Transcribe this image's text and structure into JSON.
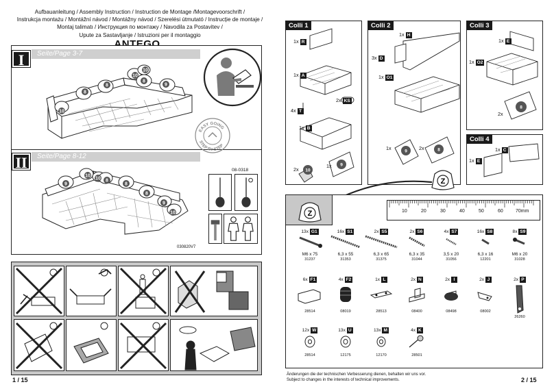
{
  "header": {
    "lines": [
      "Aufbauanleitung / Assembly Instruction / Instruction de Montage /Montagevoorschrift /",
      "Instrukcja montażu / Montážní návod / Montážny návod / Szerelési útmutató / Instrucție de montaje /",
      "Montaj talimatı / Инструкция по монтажу / Navodila za Postavitev /",
      "Upute za Sastavljanje / Istruzioni per il montaggio"
    ],
    "product": "ANTEGO"
  },
  "sections": [
    {
      "roman": "I",
      "pages": "Seite/Page 3-7"
    },
    {
      "roman": "II",
      "pages": "Seite/Page 8-12"
    }
  ],
  "stamp": {
    "top": "EASY GOING",
    "bottom": "STEP BY STEP"
  },
  "codes": {
    "tool_code": "08-0318",
    "drawing_code": "030820V7"
  },
  "cushion_numbers": {
    "sofa1": [
      "10",
      "8",
      "8",
      "10",
      "8",
      "9",
      "10"
    ],
    "sofa2": [
      "9",
      "10",
      "10",
      "8",
      "8",
      "8",
      "9",
      "10"
    ]
  },
  "colli": [
    {
      "title": "Colli 1",
      "items": [
        {
          "qty": "1x",
          "code": "R"
        },
        {
          "qty": "1x",
          "code": "A"
        },
        {
          "qty": "2x",
          "code": "KS"
        },
        {
          "qty": "4x",
          "code": "T"
        },
        {
          "qty": "1x",
          "code": "B"
        },
        {
          "qty": "2x",
          "cushion": "10"
        },
        {
          "qty": "1x",
          "cushion": "9"
        }
      ]
    },
    {
      "title": "Colli 2",
      "items": [
        {
          "qty": "1x",
          "code": "H"
        },
        {
          "qty": "3x",
          "code": "D"
        },
        {
          "qty": "1x",
          "code": "O1"
        },
        {
          "qty": "1x",
          "cushion": "9"
        },
        {
          "qty": "2x",
          "cushion": "8"
        }
      ]
    },
    {
      "title": "Colli 3",
      "items": [
        {
          "qty": "1x",
          "code": "E"
        },
        {
          "qty": "1x",
          "code": "O2"
        },
        {
          "qty": "2x",
          "cushion": "8"
        }
      ]
    },
    {
      "title": "Colli 4",
      "items": [
        {
          "qty": "1x",
          "code": "C"
        },
        {
          "qty": "1x",
          "code": "E"
        }
      ]
    }
  ],
  "bag_letter": "Z",
  "ruler": {
    "labels": [
      "10",
      "20",
      "30",
      "40",
      "50",
      "60",
      "70mm"
    ]
  },
  "hardware_row1": [
    {
      "qty": "13x",
      "code": "G1",
      "size": "M6 x 75",
      "num": "31237"
    },
    {
      "qty": "16x",
      "code": "S1",
      "size": "6,3 x 55",
      "num": "31353"
    },
    {
      "qty": "2x",
      "code": "S5",
      "size": "6,3 x 65",
      "num": "31375"
    },
    {
      "qty": "2x",
      "code": "S6",
      "size": "6,3 x 35",
      "num": "31044"
    },
    {
      "qty": "4x",
      "code": "S7",
      "size": "3,5 x 20",
      "num": "31056"
    },
    {
      "qty": "16x",
      "code": "S8",
      "size": "6,3 x 16",
      "num": "12201"
    },
    {
      "qty": "8x",
      "code": "S9",
      "size": "M6 x 20",
      "num": "31028"
    }
  ],
  "hardware_row2": [
    {
      "qty": "6x",
      "code": "F1",
      "num": "28514"
    },
    {
      "qty": "4x",
      "code": "F2",
      "num": "08019"
    },
    {
      "qty": "1x",
      "code": "L",
      "num": "28513"
    },
    {
      "qty": "2x",
      "code": "N",
      "num": "08400"
    },
    {
      "qty": "2x",
      "code": "I",
      "num": "08498"
    },
    {
      "qty": "2x",
      "code": "J",
      "num": "08002"
    },
    {
      "qty": "2x",
      "code": "P",
      "num": "26260"
    }
  ],
  "hardware_row3": [
    {
      "qty": "12x",
      "code": "W",
      "num": "28514"
    },
    {
      "qty": "13x",
      "code": "U",
      "num": "12175"
    },
    {
      "qty": "13x",
      "code": "M",
      "num": "12170"
    },
    {
      "qty": "4x",
      "code": "K",
      "num": "28501"
    }
  ],
  "footer": {
    "left_page": "1 / 15",
    "right_page": "2 / 15",
    "note1": "Änderungen die der technischen Verbesserung dienen, behalten wir uns vor.",
    "note2": "Subject to changes in the interests of technical improvements."
  }
}
